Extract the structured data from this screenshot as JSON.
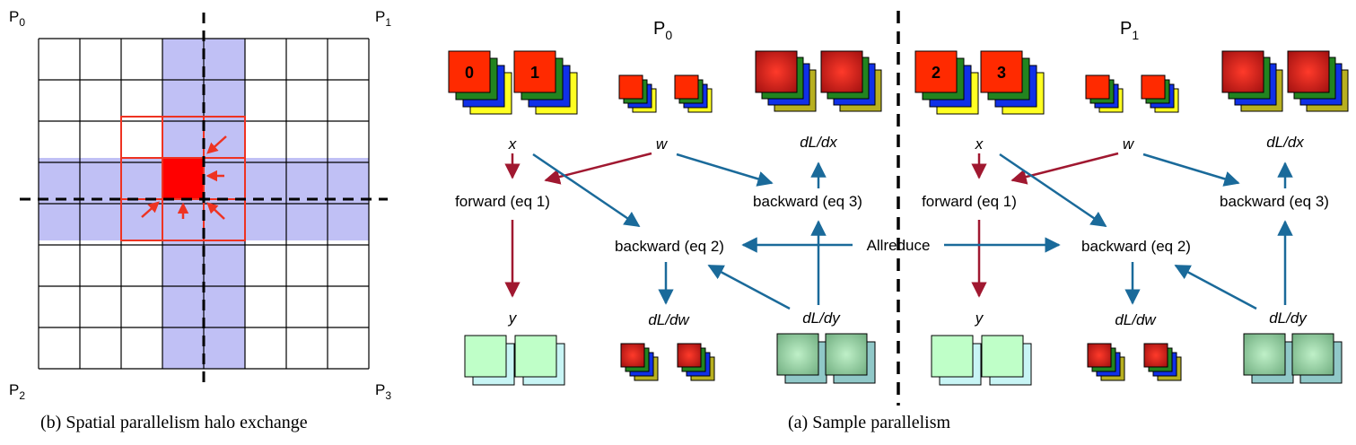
{
  "left_panel": {
    "corner_labels": {
      "tl": "P",
      "tl_sub": "0",
      "tr": "P",
      "tr_sub": "1",
      "bl": "P",
      "bl_sub": "2",
      "br": "P",
      "br_sub": "3"
    },
    "caption": "(b) Spatial parallelism halo exchange"
  },
  "right_panel": {
    "caption": "(a) Sample parallelism",
    "allreduce_label": "Allreduce",
    "processes": [
      {
        "id": "P0",
        "title": "P",
        "title_sub": "0",
        "x_samples": [
          "0",
          "1"
        ],
        "labels": {
          "x": "x",
          "w": "w",
          "dldx": "dL/dx",
          "y": "y",
          "dldw": "dL/dw",
          "dldy": "dL/dy"
        },
        "ops": {
          "forward": "forward (eq 1)",
          "backward3": "backward (eq 3)",
          "backward2": "backward (eq 2)"
        }
      },
      {
        "id": "P1",
        "title": "P",
        "title_sub": "1",
        "x_samples": [
          "2",
          "3"
        ],
        "labels": {
          "x": "x",
          "w": "w",
          "dldx": "dL/dx",
          "y": "y",
          "dldw": "dL/dw",
          "dldy": "dL/dy"
        },
        "ops": {
          "forward": "forward (eq 1)",
          "backward3": "backward (eq 3)",
          "backward2": "backward (eq 2)"
        }
      }
    ]
  },
  "colors": {
    "halo": "#c0c0f5",
    "highlight": "#ee3322",
    "forward_arrow": "#a01830",
    "backward_arrow": "#1a6a9a"
  }
}
